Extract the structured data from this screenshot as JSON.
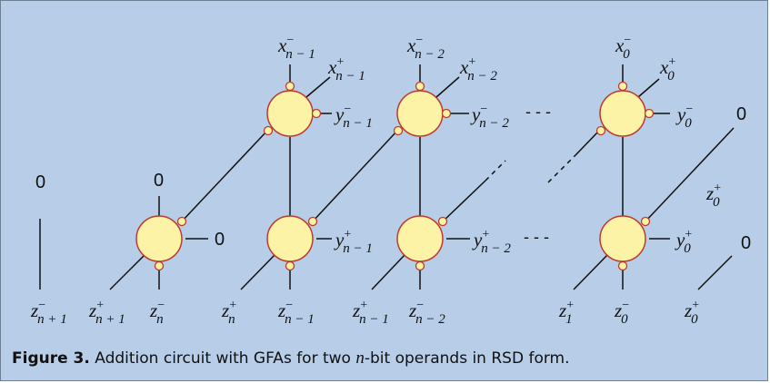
{
  "caption": {
    "figure_label": "Figure 3.",
    "text_before": " Addition circuit with GFAs for two ",
    "variable": "n",
    "text_after": "-bit operands in RSD form."
  },
  "colors": {
    "background": "#b7cde8",
    "node_fill": "#fdf3a6",
    "node_stroke": "#c0392b",
    "line": "#111111"
  },
  "labels": {
    "x_minus_n1": [
      "x",
      "−",
      "n − 1"
    ],
    "x_plus_n1": [
      "x",
      "+",
      "n − 1"
    ],
    "y_minus_n1": [
      "y",
      "−",
      "n − 1"
    ],
    "x_minus_n2": [
      "x",
      "−",
      "n − 2"
    ],
    "x_plus_n2": [
      "x",
      "+",
      "n − 2"
    ],
    "y_minus_n2": [
      "y",
      "−",
      "n − 2"
    ],
    "x_minus_0": [
      "x",
      "−",
      "0"
    ],
    "x_plus_0": [
      "x",
      "+",
      "0"
    ],
    "y_minus_0": [
      "y",
      "−",
      "0"
    ],
    "y_plus_n1": [
      "y",
      "+",
      "n − 1"
    ],
    "y_plus_n2": [
      "y",
      "+",
      "n − 2"
    ],
    "y_plus_0": [
      "y",
      "+",
      "0"
    ],
    "z_plus_0_mid": [
      "z",
      "+",
      "0"
    ],
    "z_minus_n_plus_1": [
      "z",
      "−",
      "n + 1"
    ],
    "z_plus_n_plus_1": [
      "z",
      "+",
      "n + 1"
    ],
    "z_minus_n": [
      "z",
      "−",
      "n"
    ],
    "z_plus_n": [
      "z",
      "+",
      "n"
    ],
    "z_minus_n_minus_1": [
      "z",
      "−",
      "n − 1"
    ],
    "z_plus_n_minus_1": [
      "z",
      "+",
      "n − 1"
    ],
    "z_minus_n_minus_2": [
      "z",
      "−",
      "n − 2"
    ],
    "z_plus_1": [
      "z",
      "+",
      "1"
    ],
    "z_minus_0_bottom": [
      "z",
      "−",
      "0"
    ],
    "z_plus_0_bottom": [
      "z",
      "+",
      "0"
    ]
  },
  "constants": {
    "zero_left": "0",
    "zero_top_node": "0",
    "zero_right_node": "0",
    "zero_top_right": "0",
    "zero_bottom_right": "0"
  },
  "ellipsis": {
    "after_y_minus_n2": "- - -",
    "after_y_plus_n2": "- - -"
  }
}
